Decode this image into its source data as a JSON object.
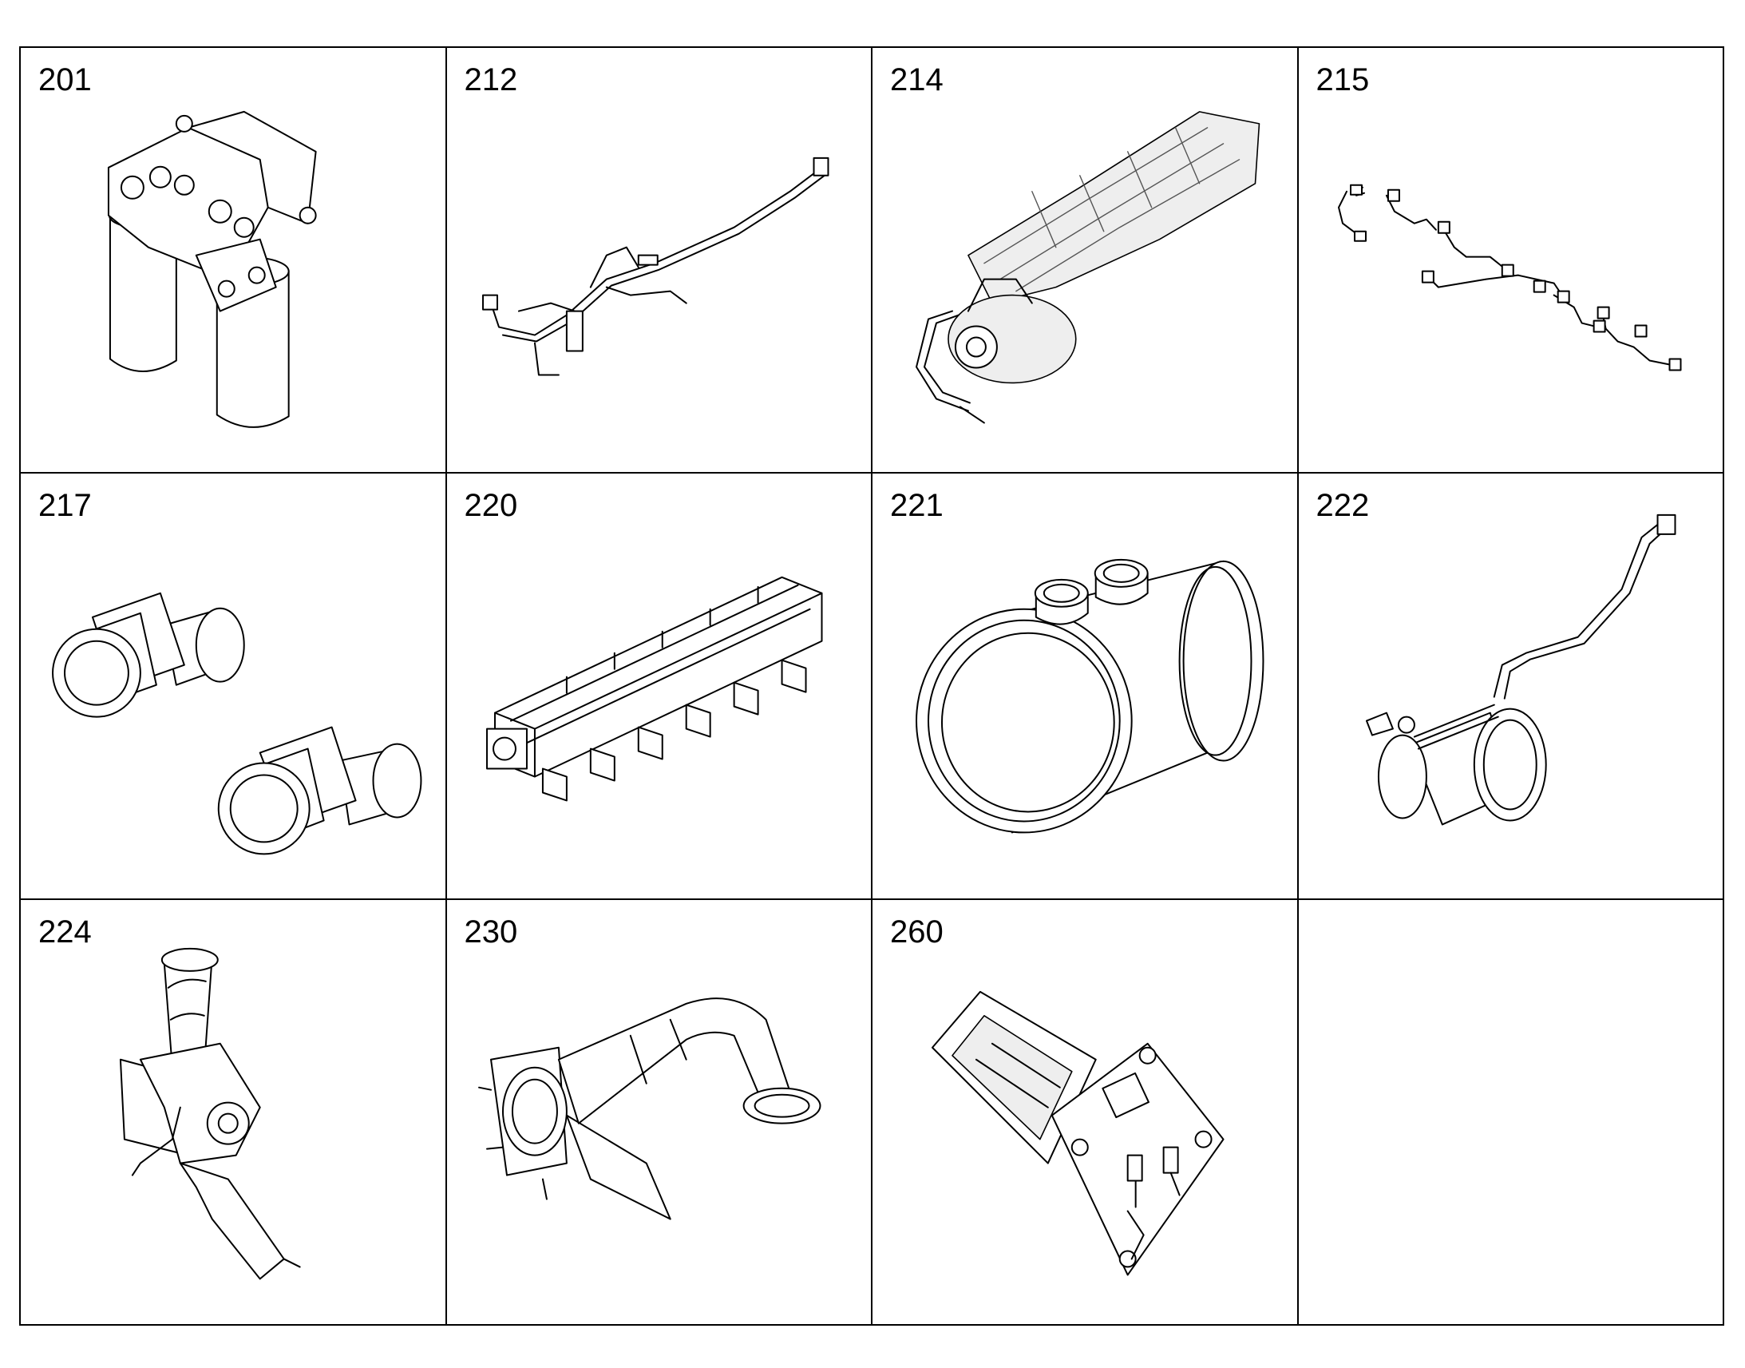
{
  "parts": [
    {
      "number": "201",
      "icon": "fuel-filter-assembly-icon"
    },
    {
      "number": "212",
      "icon": "fuel-line-harness-icon"
    },
    {
      "number": "214",
      "icon": "fuel-rail-pump-assembly-icon"
    },
    {
      "number": "215",
      "icon": "injector-lines-icon"
    },
    {
      "number": "217",
      "icon": "coupling-adapter-icon"
    },
    {
      "number": "220",
      "icon": "intake-manifold-icon"
    },
    {
      "number": "221",
      "icon": "exhaust-connector-sleeve-icon"
    },
    {
      "number": "222",
      "icon": "hose-with-clamp-icon"
    },
    {
      "number": "224",
      "icon": "throttle-elbow-assembly-icon"
    },
    {
      "number": "230",
      "icon": "exhaust-pipe-elbow-icon"
    },
    {
      "number": "260",
      "icon": "bracket-plate-assembly-icon"
    },
    {
      "number": "",
      "icon": ""
    }
  ]
}
